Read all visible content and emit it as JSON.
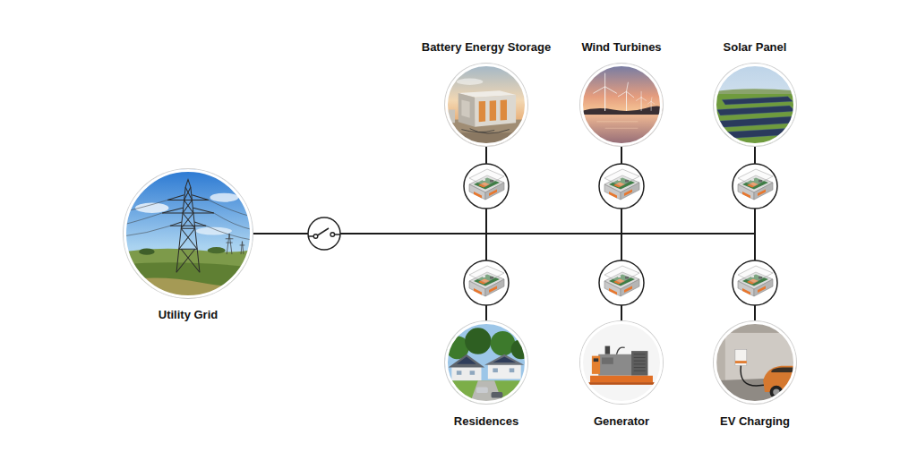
{
  "diagram": {
    "nodes": [
      {
        "text": [
          "Utility Grid"
        ]
      },
      {
        "text": [
          "Battery Energy Storage"
        ]
      },
      {
        "text": [
          "Wind Turbines"
        ]
      },
      {
        "text": [
          "Solar Panel"
        ]
      },
      {
        "text": [
          "Residences"
        ]
      },
      {
        "text": [
          "Generator"
        ]
      },
      {
        "text": [
          "EV Charging"
        ]
      }
    ],
    "edges": [
      {
        "from": 0,
        "to": 1,
        "arrow": "none"
      },
      {
        "from": 0,
        "to": 2,
        "arrow": "none"
      },
      {
        "from": 0,
        "to": 3,
        "arrow": "none"
      },
      {
        "from": 0,
        "to": 4,
        "arrow": "none"
      },
      {
        "from": 0,
        "to": 5,
        "arrow": "none"
      },
      {
        "from": 0,
        "to": 6,
        "arrow": "none"
      }
    ]
  }
}
